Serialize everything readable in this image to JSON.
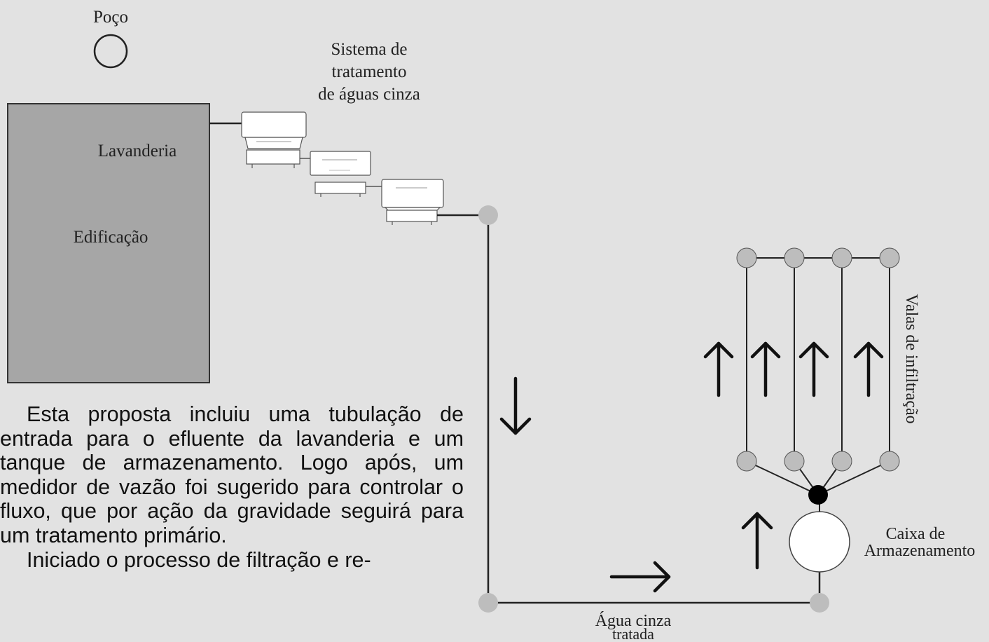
{
  "labels": {
    "well": "Poço",
    "treatment_line1": "Sistema de",
    "treatment_line2": "tratamento",
    "treatment_line3": "de águas cinza",
    "laundry": "Lavanderia",
    "building": "Edificação",
    "infiltration": "Valas de infiltração",
    "storage_line1": "Caixa de",
    "storage_line2": "Armazenamento",
    "treated_line1": "Água cinza",
    "treated_line2": "tratada"
  },
  "paragraph1": "Esta proposta incluiu uma tubulação de entrada para o efluente da lavanderia e um tanque de armazenamento. Logo após, um medidor de vazão foi sugerido para controlar o fluxo, que por ação da gravidade seguirá para um tratamento primário.",
  "paragraph2": "Iniciado o processo de filtração e re-",
  "colors": {
    "background": "#e2e2e2",
    "building_fill": "#a6a6a6",
    "node_fill": "#bdbdbd",
    "junction_fill": "#000000"
  }
}
